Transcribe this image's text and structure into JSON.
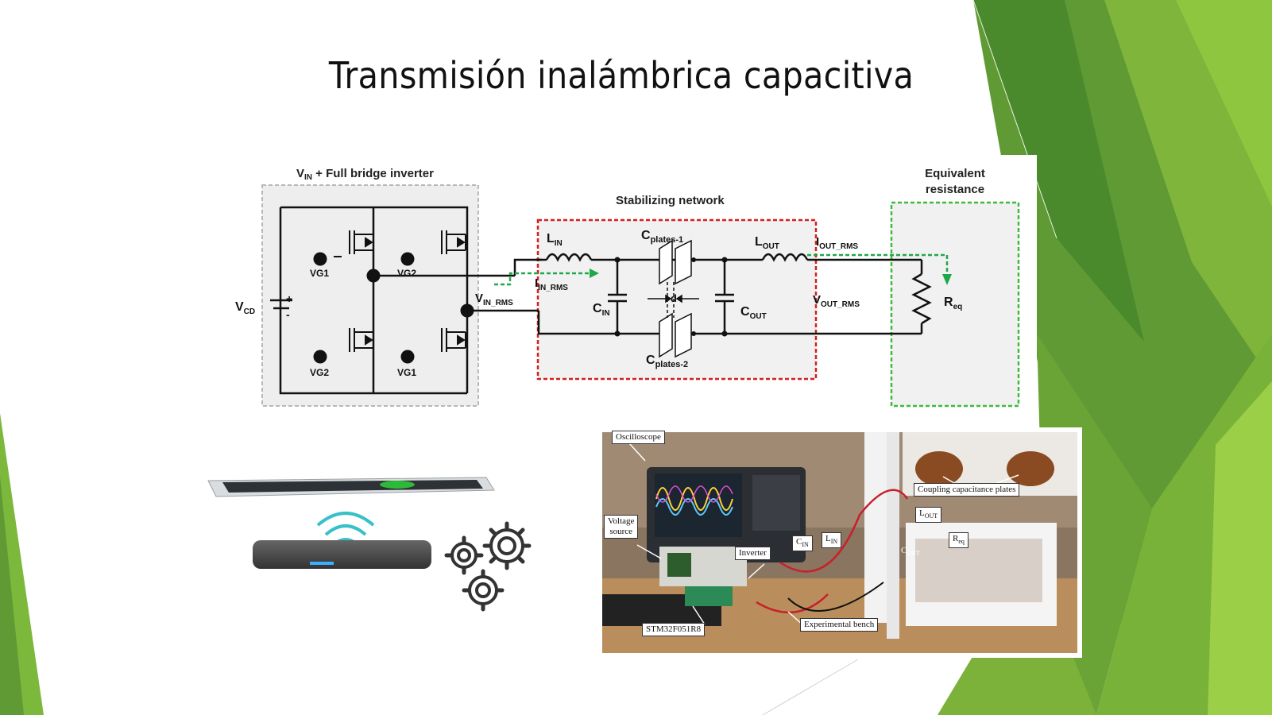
{
  "title": "Transmisión inalámbrica capacitiva",
  "circuit": {
    "inverter_title": "V",
    "inverter_title_sub": "IN",
    "inverter_title_rest": " + Full bridge inverter",
    "stabilizing_title": "Stabilizing network",
    "equivalent_title_1": "Equivalent",
    "equivalent_title_2": "resistance",
    "vcd": "V",
    "vcd_sub": "CD",
    "plus": "+",
    "minus": "-",
    "vg1_top": "VG1",
    "vg2_top": "VG2",
    "vg2_bottom": "VG2",
    "vg1_bottom": "VG1",
    "vin_rms": "V",
    "vin_rms_sub": "IN_RMS",
    "lin": "L",
    "lin_sub": "IN",
    "iin_rms": "I",
    "iin_rms_sub": "IN_RMS",
    "cin": "C",
    "cin_sub": "IN",
    "cplates1": "C",
    "cplates1_sub": "plates-1",
    "cplates2": "C",
    "cplates2_sub": "plates-2",
    "d": "d",
    "lout": "L",
    "lout_sub": "OUT",
    "cout": "C",
    "cout_sub": "OUT",
    "iout_rms": "I",
    "iout_rms_sub": "OUT_RMS",
    "vout_rms": "V",
    "vout_rms_sub": "OUT_RMS",
    "req": "R",
    "req_sub": "eq"
  },
  "photo_labels": {
    "oscilloscope": "Oscilloscope",
    "voltage_source_1": "Voltage",
    "voltage_source_2": "source",
    "inverter": "Inverter",
    "cin": "C",
    "cin_sub": "IN",
    "lin": "L",
    "lin_sub": "IN",
    "lout": "L",
    "lout_sub": "OUT",
    "cout": "C",
    "cout_sub": "OUT",
    "req": "R",
    "req_sub": "eq",
    "coupling": "Coupling capacitance plates",
    "experimental_bench": "Experimental bench",
    "stm": "STM32F051R8"
  },
  "colors": {
    "green_dark": "#4e8a2e",
    "green_mid": "#6aa336",
    "green_light": "#8cc63f",
    "red_dash": "#d42020",
    "green_dash": "#3dbb3d",
    "arrow_green": "#1fa84a"
  }
}
